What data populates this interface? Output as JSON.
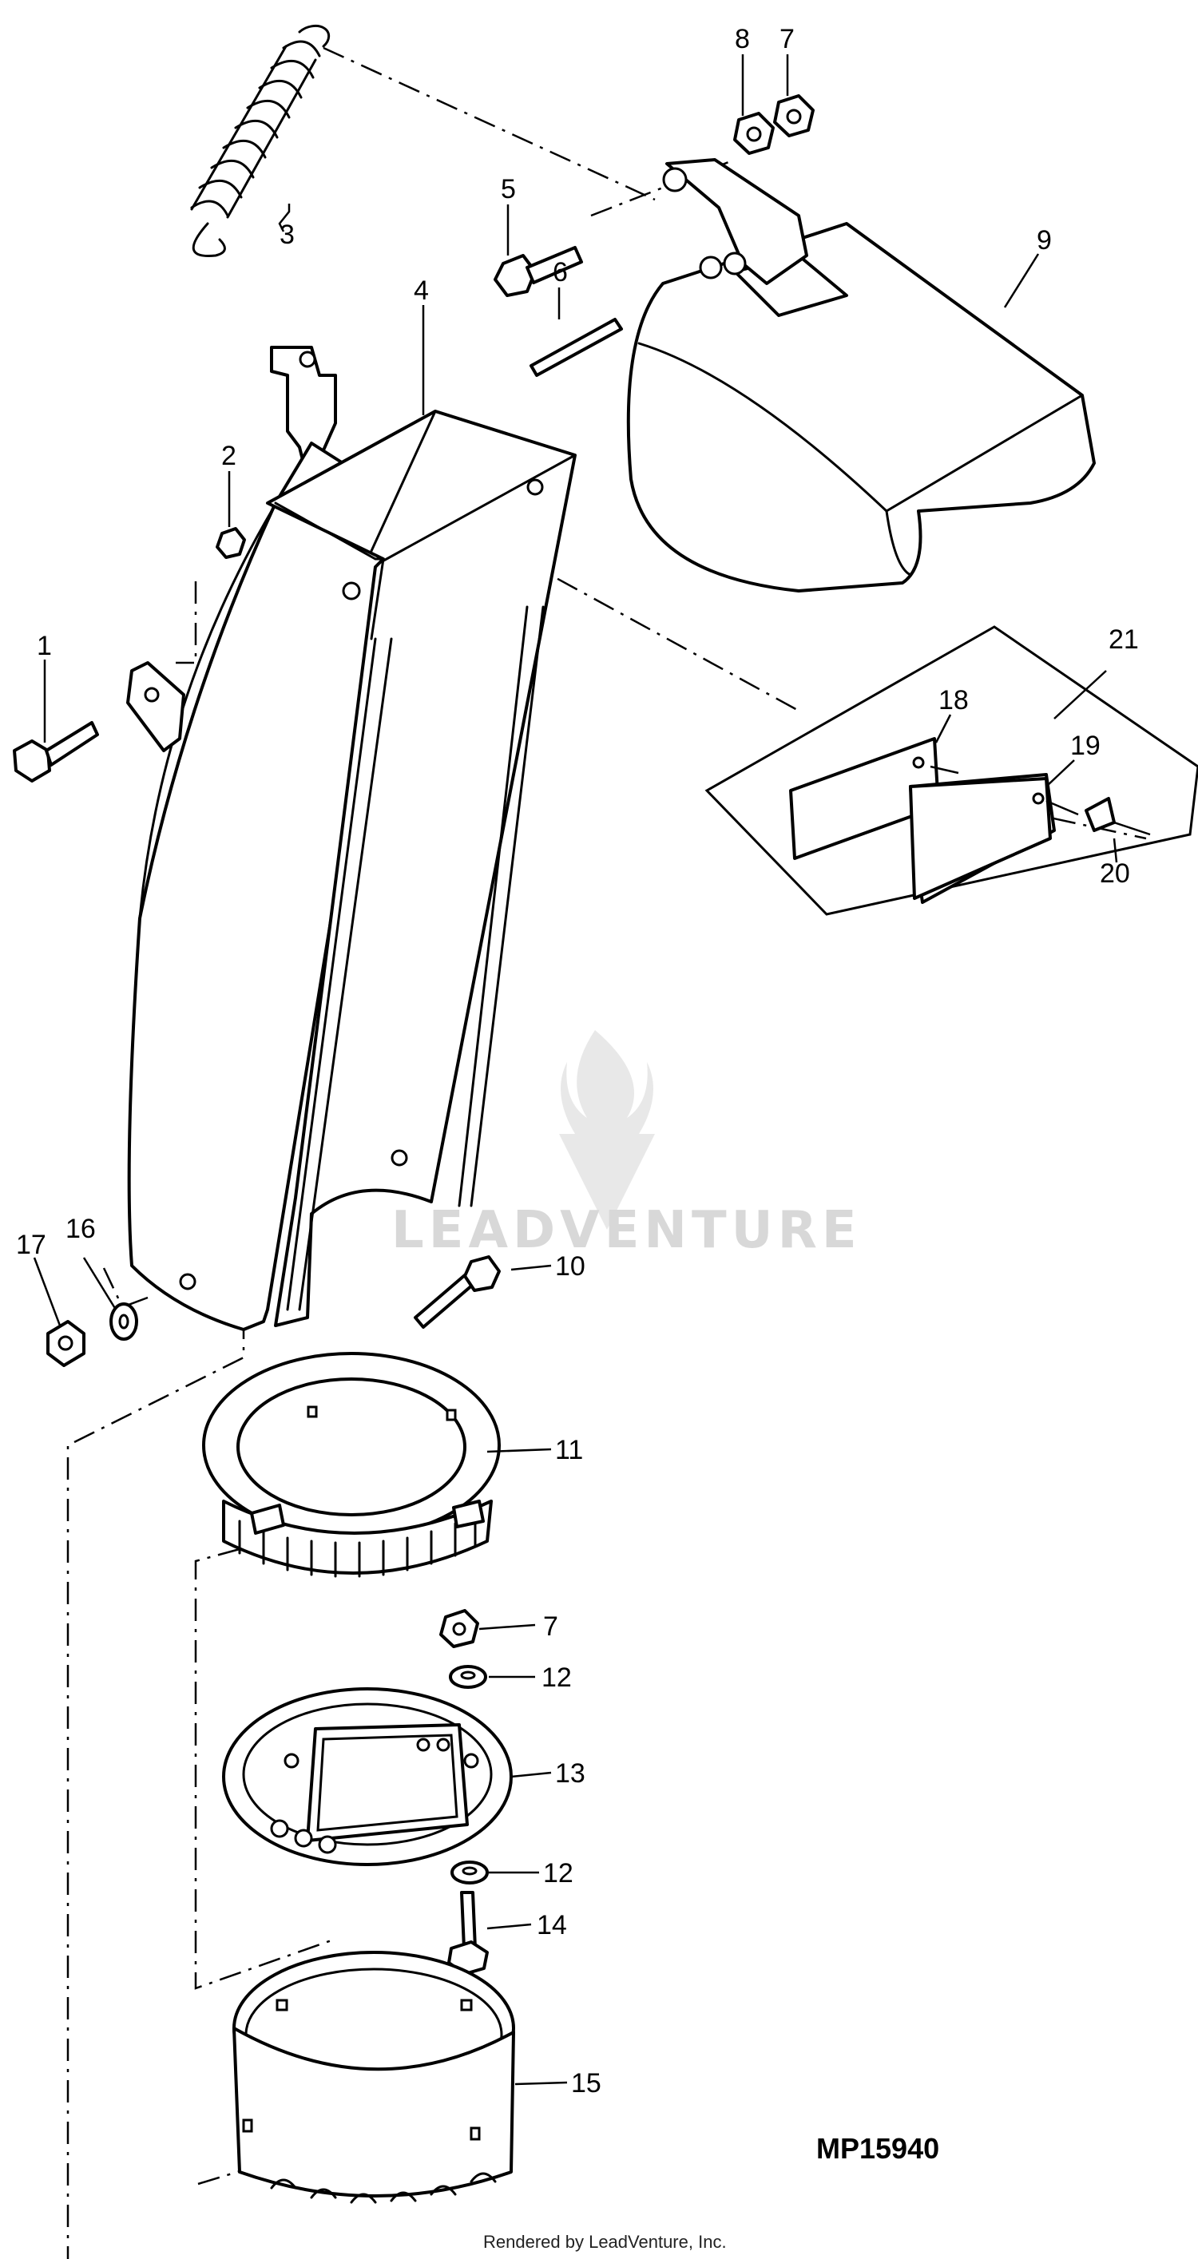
{
  "callouts": {
    "c1": "1",
    "c2": "2",
    "c3": "3",
    "c4": "4",
    "c5": "5",
    "c6": "6",
    "c7a": "7",
    "c7b": "7",
    "c8": "8",
    "c9": "9",
    "c10": "10",
    "c11": "11",
    "c12a": "12",
    "c12b": "12",
    "c13": "13",
    "c14": "14",
    "c15": "15",
    "c16": "16",
    "c17": "17",
    "c18": "18",
    "c19": "19",
    "c20": "20",
    "c21": "21"
  },
  "drawing_id": "MP15940",
  "watermark": "LEADVENTURE",
  "credit": "Rendered by LeadVenture, Inc."
}
